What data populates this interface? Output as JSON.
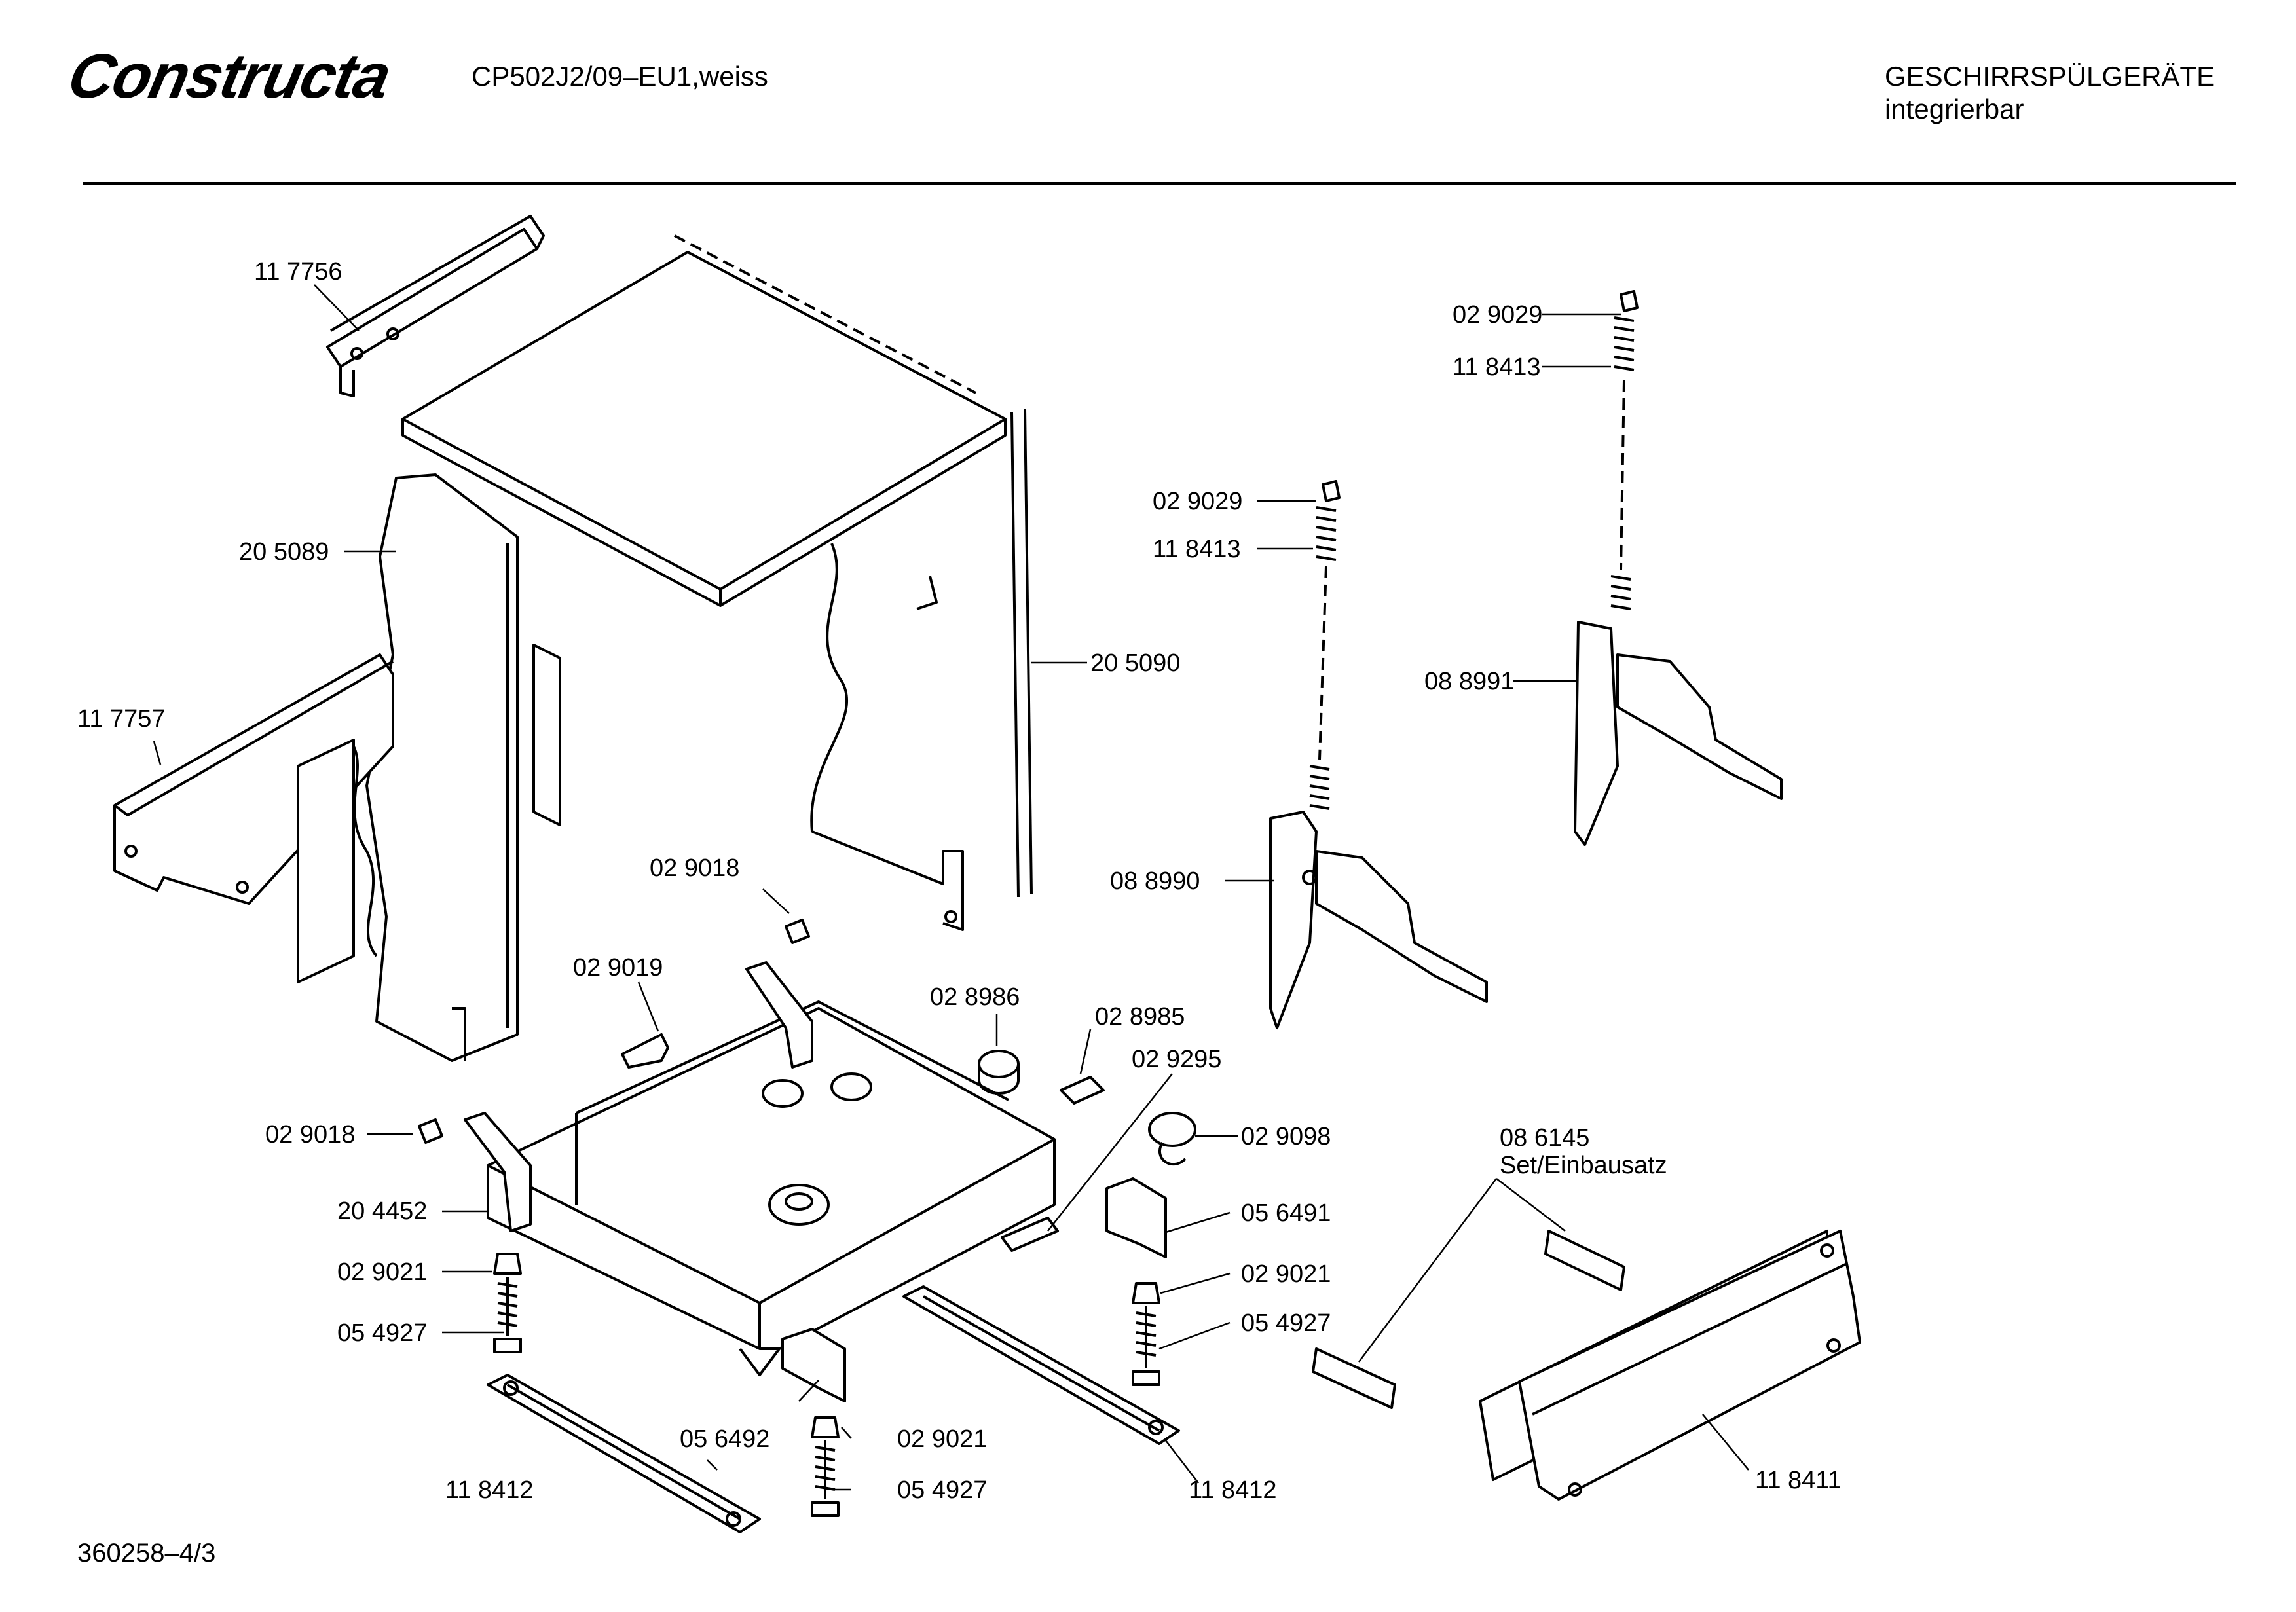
{
  "header": {
    "brand": "Constructa",
    "model": "CP502J2/09–EU1,weiss",
    "category_line1": "GESCHIRRSPÜLGERÄTE",
    "category_line2": "integrierbar"
  },
  "footer": {
    "doc_number": "360258–4/3"
  },
  "parts": {
    "p117756": "11 7756",
    "p205089": "20 5089",
    "p117757": "11 7757",
    "p205090": "20 5090",
    "p029018a": "02 9018",
    "p029019": "02 9019",
    "p028986": "02 8986",
    "p028985": "02 8985",
    "p029295": "02 9295",
    "p029018b": "02 9018",
    "p204452": "20 4452",
    "p029021a": "02 9021",
    "p054927a": "05 4927",
    "p118412a": "11 8412",
    "p056492": "05 6492",
    "p029021b": "02 9021",
    "p054927b": "05 4927",
    "p118412b": "11 8412",
    "p029098": "02 9098",
    "p056491": "05 6491",
    "p029021c": "02 9021",
    "p054927c": "05 4927",
    "p029029a": "02 9029",
    "p118413a": "11 8413",
    "p088990": "08 8990",
    "p029029b": "02 9029",
    "p118413b": "11 8413",
    "p088991": "08 8991",
    "p086145": "08 6145",
    "set_label": "Set/Einbausatz",
    "p118411": "11 8411"
  }
}
